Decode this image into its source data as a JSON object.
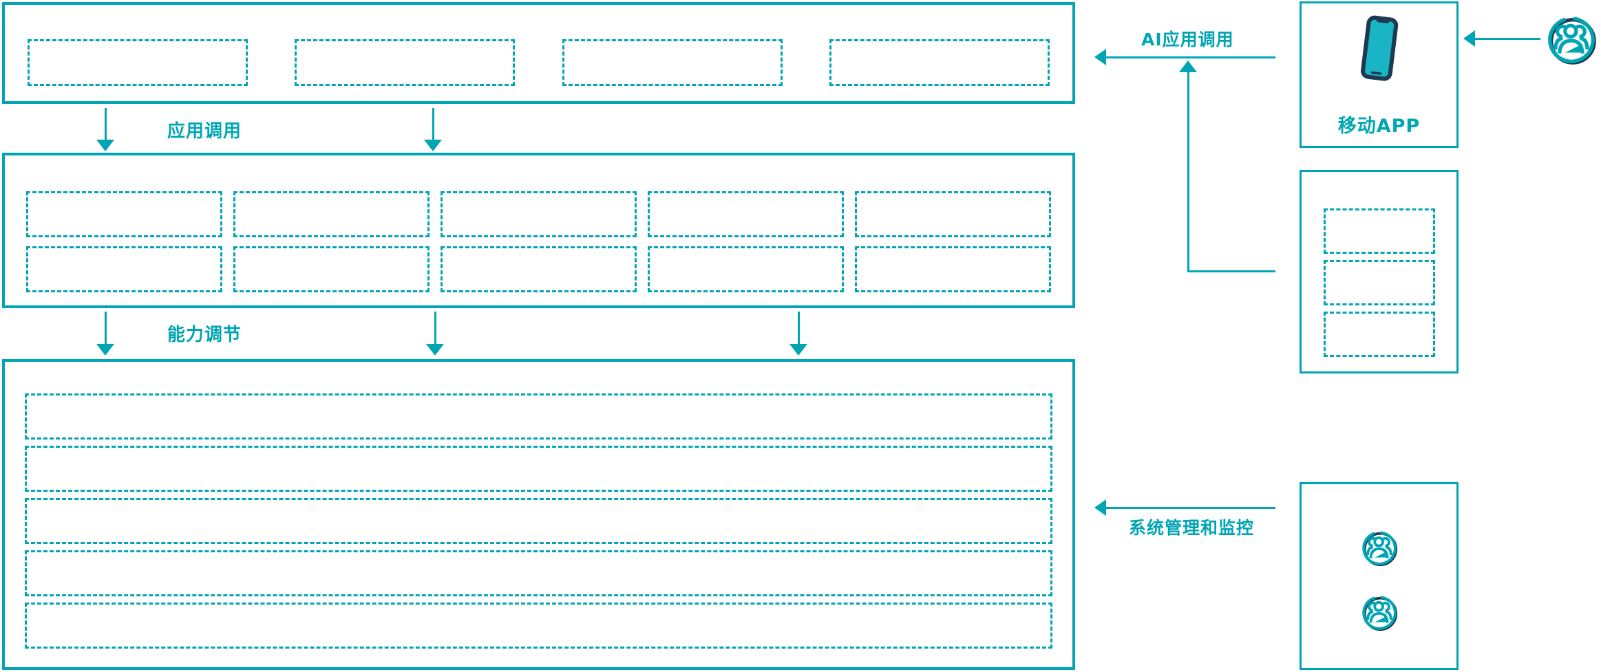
{
  "diagram": {
    "labels": {
      "app_call": "应用调用",
      "capability_adjust": "能力调节",
      "ai_app_call": "AI应用调用",
      "system_management": "系统管理和监控",
      "mobile_app": "移动APP"
    },
    "panels": {
      "top_layer": {
        "placeholder_count": 4
      },
      "middle_layer": {
        "rows": 2,
        "cols": 5
      },
      "bottom_layer": {
        "placeholder_count": 5
      },
      "mobile_app_panel": {
        "label": "移动APP",
        "icon": "smartphone-icon"
      },
      "channel_panel": {
        "placeholder_count": 3
      },
      "admin_panel": {
        "icon": "users-group-icon",
        "icon_count": 2
      }
    },
    "colors": {
      "teal": "#00a5b4",
      "phone_screen": "#1ab5c4",
      "dark_navy": "#1d3a52",
      "background": "#ffffff"
    }
  }
}
